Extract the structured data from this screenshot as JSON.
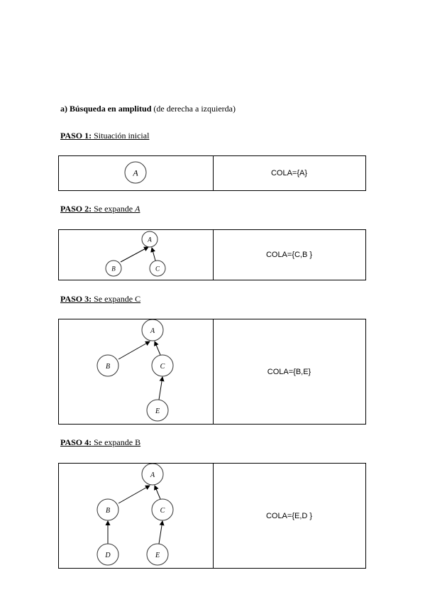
{
  "heading": {
    "bold": "a) Búsqueda en amplitud",
    "rest": " (de derecha a izquierda)"
  },
  "steps": [
    {
      "label_bold": "PASO 1:",
      "label_text": " Situación inicial",
      "label_italic": "",
      "queue": "COLA={A}"
    },
    {
      "label_bold": "PASO 2:",
      "label_text": " Se expande ",
      "label_italic": "A",
      "queue": "COLA={C,B }"
    },
    {
      "label_bold": "PASO 3:",
      "label_text": " Se expande C",
      "label_italic": "",
      "queue": "COLA={B,E}"
    },
    {
      "label_bold": "PASO 4:",
      "label_text": " Se expande B",
      "label_italic": "",
      "queue": "COLA={E,D }"
    }
  ],
  "nodes": {
    "a": "A",
    "b": "B",
    "c": "C",
    "d": "D",
    "e": "E"
  }
}
